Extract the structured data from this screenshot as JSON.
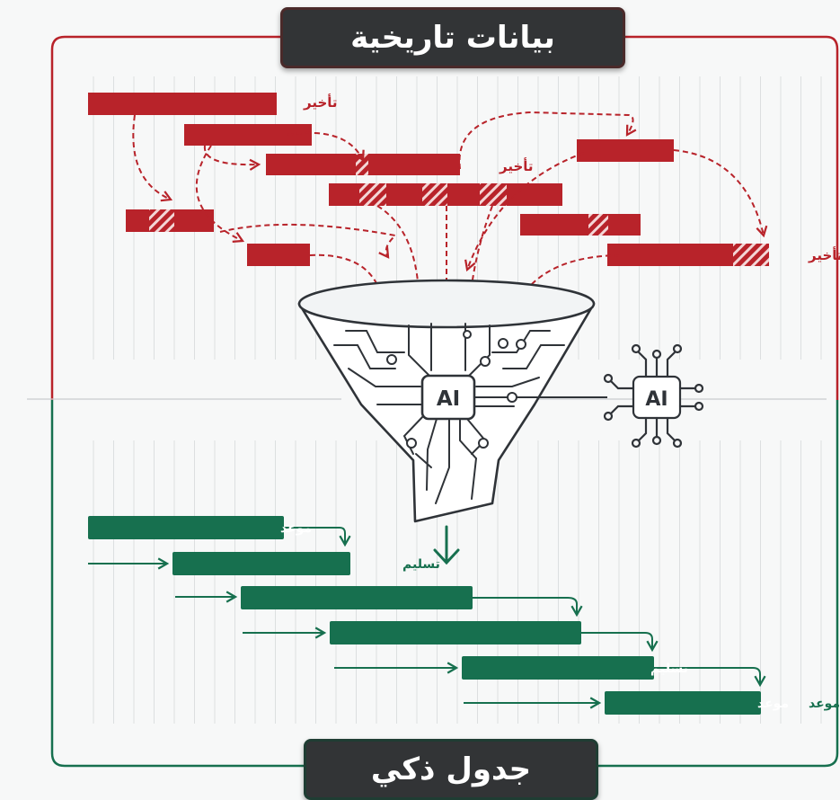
{
  "titles": {
    "top": "بيانات تاريخية",
    "bottom": "جدول ذكي"
  },
  "labels": {
    "delay_1": "تأخير",
    "delay_2": "تأخير",
    "delay_3": "تأخير",
    "ai_center": "AI",
    "ai_icon": "AI",
    "deadline_1": "موعد",
    "delivery_1": "تسليم",
    "delivery_2": "تسليم",
    "deadline_2": "موعد",
    "deadline_3": "موعد"
  },
  "colors": {
    "historical_red": "#b8232a",
    "smart_green": "#17704f",
    "banner_dark": "#323436",
    "line_gray": "#333333"
  },
  "icons": {
    "funnel": "funnel-icon",
    "ai_chip": "ai-chip-icon",
    "down_arrow": "arrow-down-icon"
  }
}
